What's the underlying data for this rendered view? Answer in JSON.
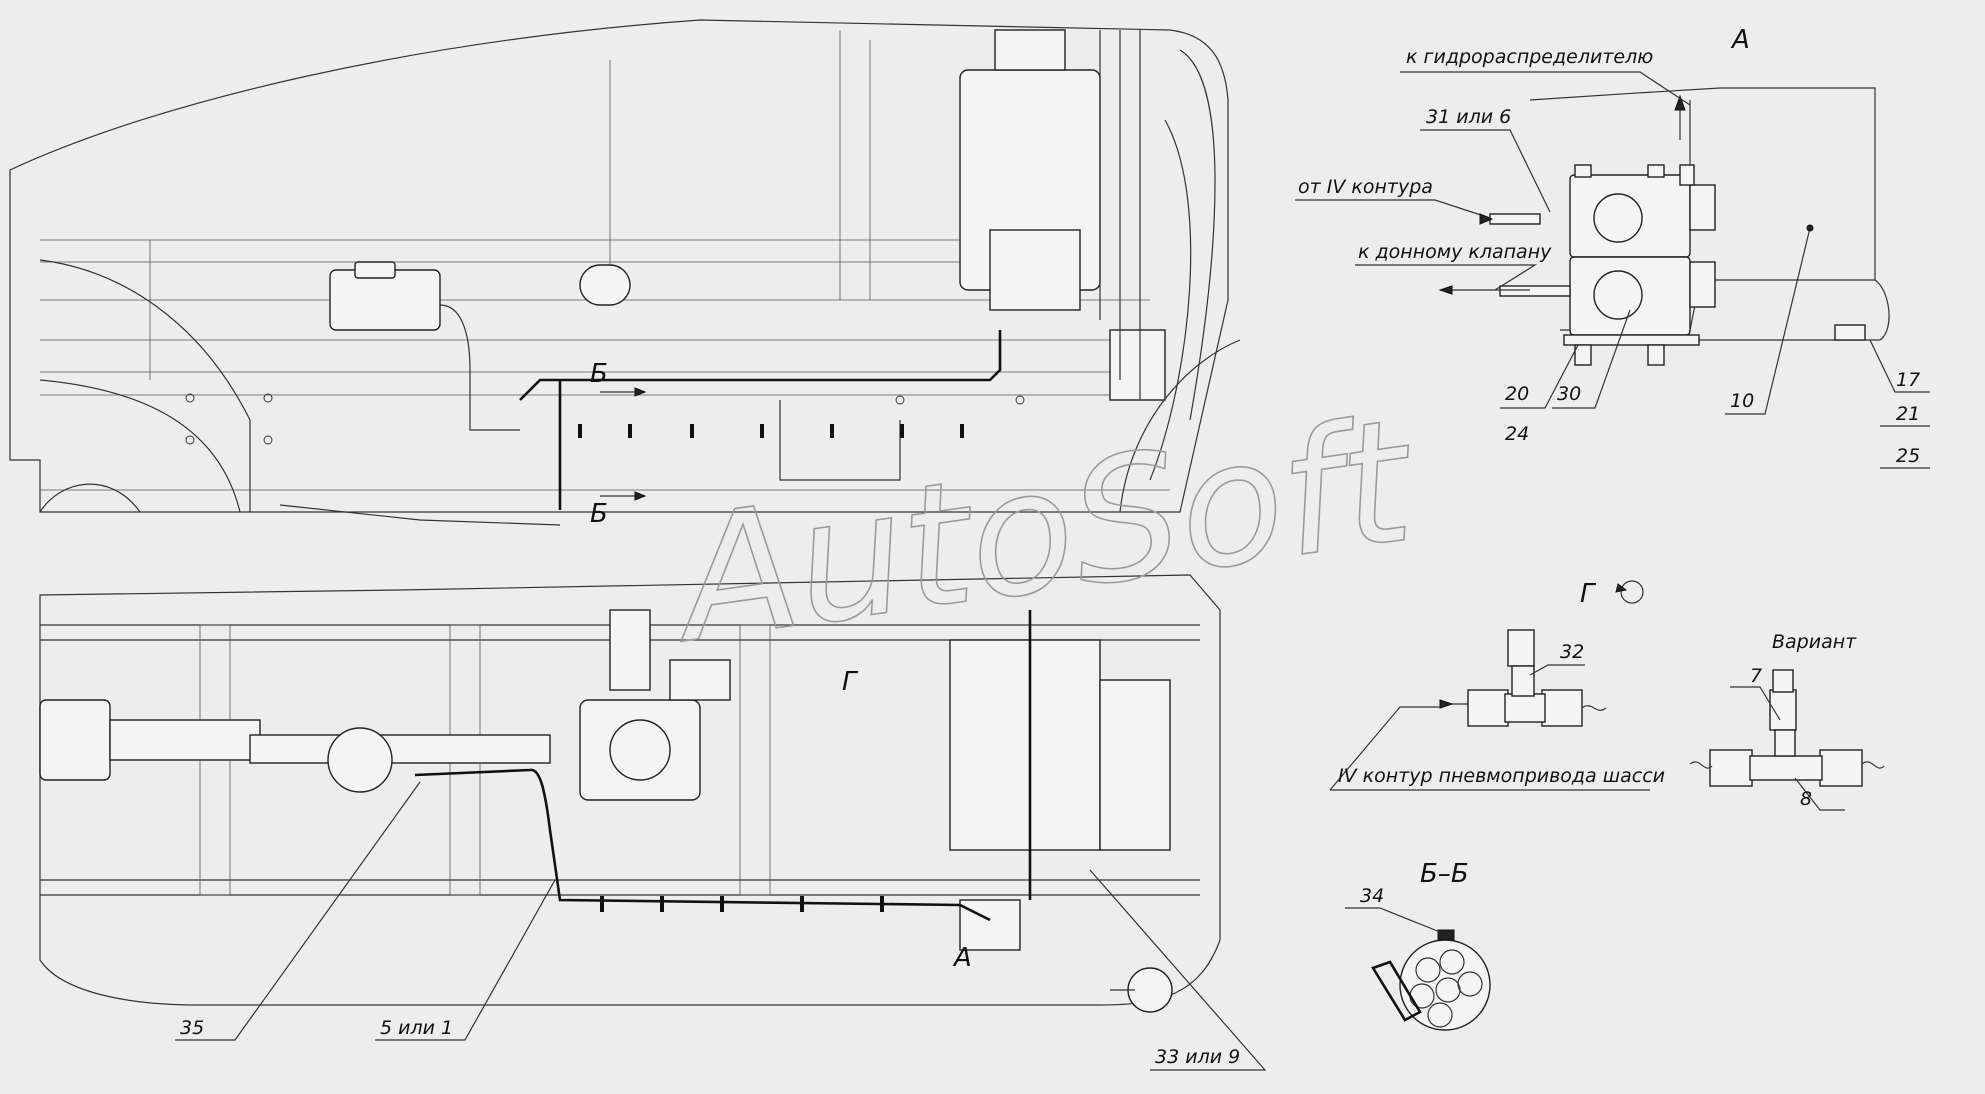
{
  "watermark": "AutoSoft",
  "view_a": {
    "title": "А",
    "callout_to_distributor": "к гидрораспределителю",
    "callout_from_contour": "от IV контура",
    "callout_to_bottom_valve": "к донному клапану",
    "label_31_or_6": "31 или 6",
    "label_20": "20",
    "label_24": "24",
    "label_30": "30",
    "label_10": "10",
    "label_17": "17",
    "label_21": "21",
    "label_25": "25"
  },
  "view_g": {
    "title": "Г",
    "label_32": "32",
    "callout_contour": "IV контур пневмопривода шасси"
  },
  "variant": {
    "title": "Вариант",
    "label_7": "7",
    "label_8": "8"
  },
  "section_bb": {
    "title": "Б–Б",
    "label_34": "34"
  },
  "side_view": {
    "mark_b_upper": "Б",
    "mark_b_lower": "Б"
  },
  "plan_view": {
    "mark_g": "Г",
    "mark_a": "А",
    "label_35": "35",
    "label_5_or_1": "5 или 1",
    "label_33_or_9": "33 или 9"
  }
}
